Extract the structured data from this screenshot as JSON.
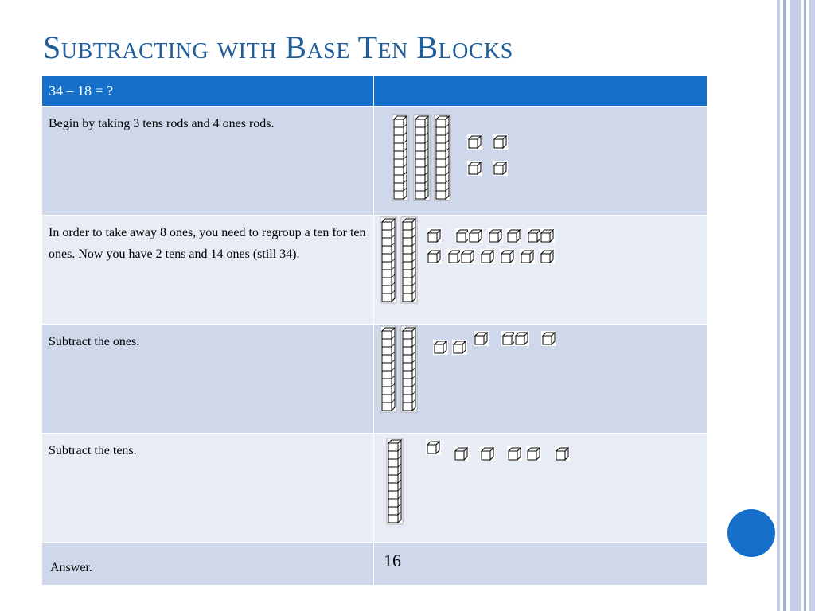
{
  "title": "Subtracting with Base Ten Blocks",
  "table": {
    "header": {
      "problem": "34 – 18 = ?",
      "right": ""
    },
    "rows": [
      {
        "text": "Begin by taking 3 tens rods and 4 ones rods.",
        "tens": 3,
        "ones": 4
      },
      {
        "text": "In order to take away 8 ones, you need to regroup a ten for ten ones. Now you have 2 tens and 14 ones (still 34).",
        "tens": 2,
        "ones": 14
      },
      {
        "text": "Subtract the ones.",
        "tens": 2,
        "ones": 6
      },
      {
        "text": "Subtract the tens.",
        "tens": 1,
        "ones": 6
      },
      {
        "text": "Answer.",
        "answer": "16"
      }
    ]
  },
  "colors": {
    "title": "#1f5e9a",
    "header": "#1670c9",
    "row_dark": "#cfd8eb",
    "row_light": "#e8ecf5",
    "accent_dot": "#1670c9"
  },
  "icons": {
    "ten_rod": "ten-rod-block",
    "one_cube": "unit-cube-block"
  }
}
